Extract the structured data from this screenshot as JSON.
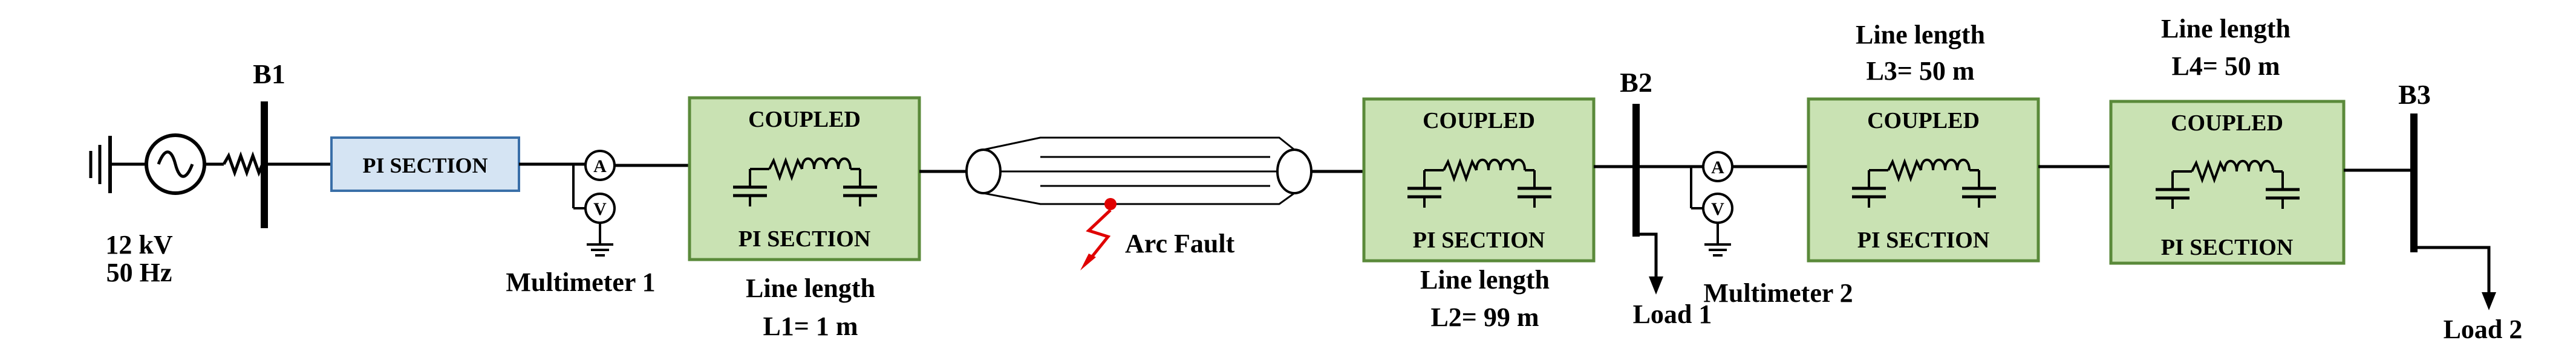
{
  "source": {
    "voltage": "12 kV",
    "frequency": "50 Hz"
  },
  "buses": {
    "b1": "B1",
    "b2": "B2",
    "b3": "B3"
  },
  "pi_section_label": "PI SECTION",
  "coupled_blocks": [
    {
      "top": "COUPLED",
      "bottom": "PI SECTION",
      "length_caption": "Line length",
      "length_value": "L1= 1 m"
    },
    {
      "top": "COUPLED",
      "bottom": "PI SECTION",
      "length_caption": "Line length",
      "length_value": "L2= 99 m"
    },
    {
      "top": "COUPLED",
      "bottom": "PI SECTION",
      "length_caption": "Line length",
      "length_value": "L3= 50 m"
    },
    {
      "top": "COUPLED",
      "bottom": "PI SECTION",
      "length_caption": "Line length",
      "length_value": "L4= 50 m"
    }
  ],
  "meters": {
    "m1": "Multimeter 1",
    "m2": "Multimeter 2",
    "ammeter_symbol": "A",
    "voltmeter_symbol": "V"
  },
  "fault_label": "Arc Fault",
  "loads": {
    "load1": "Load 1",
    "load2": "Load 2"
  },
  "colors": {
    "block_fill": "#c9e2b3",
    "block_border": "#5a8a3a",
    "pi_fill": "#d5e4f3",
    "pi_border": "#3a6fa8",
    "fault": "#e00000",
    "line": "#000000"
  }
}
